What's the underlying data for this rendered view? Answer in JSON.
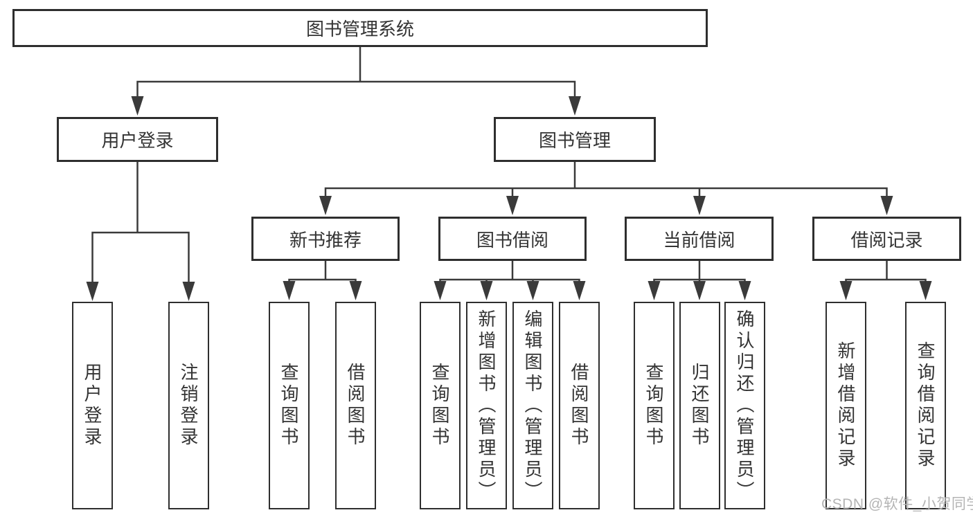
{
  "tree": {
    "root": "图书管理系统",
    "branches": [
      {
        "label": "用户登录",
        "leaves": [
          "用户登录",
          "注销登录"
        ]
      },
      {
        "label": "图书管理",
        "groups": [
          {
            "label": "新书推荐",
            "leaves": [
              "查询图书",
              "借阅图书"
            ]
          },
          {
            "label": "图书借阅",
            "leaves": [
              "查询图书",
              "新增图书（管理员）",
              "编辑图书（管理员）",
              "借阅图书"
            ]
          },
          {
            "label": "当前借阅",
            "leaves": [
              "查询图书",
              "归还图书",
              "确认归还（管理员）"
            ]
          },
          {
            "label": "借阅记录",
            "leaves": [
              "新增借阅记录",
              "查询借阅记录"
            ]
          }
        ]
      }
    ]
  },
  "watermark": "CSDN @软件_小贺同学",
  "colors": {
    "line": "#3a3a3a",
    "box_border": "#2e2e2e",
    "text": "#333333",
    "watermark": "#b4b4b4",
    "background": "#ffffff"
  }
}
